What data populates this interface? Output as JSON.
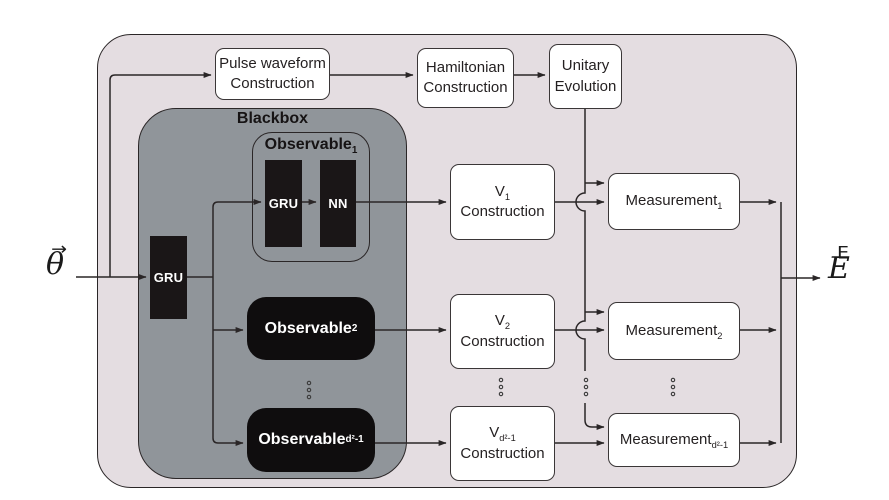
{
  "io": {
    "input_letter": "θ",
    "output_letter": "E",
    "vector_arrow": "→"
  },
  "pipeline": {
    "pulse": {
      "line1": "Pulse waveform",
      "line2": "Construction"
    },
    "hamiltonian": {
      "line1": "Hamiltonian",
      "line2": "Construction"
    },
    "unitary": {
      "line1": "Unitary",
      "line2": "Evolution"
    }
  },
  "blackbox": {
    "title": "Blackbox",
    "gru": "GRU",
    "observable1": {
      "base": "Observable",
      "sub": "1",
      "gru": "GRU",
      "nn": "NN"
    },
    "observable2": {
      "base": "Observable",
      "sub": "2"
    },
    "observable3": {
      "base": "Observable",
      "sub": "d²-1"
    }
  },
  "construction": [
    {
      "base": "V",
      "sub": "1",
      "line2": "Construction"
    },
    {
      "base": "V",
      "sub": "2",
      "line2": "Construction"
    },
    {
      "base": "V",
      "sub": "d²-1",
      "line2": "Construction"
    }
  ],
  "measurement": [
    {
      "base": "Measurement",
      "sub": "1"
    },
    {
      "base": "Measurement",
      "sub": "2"
    },
    {
      "base": "Measurement",
      "sub": "d²-1"
    }
  ],
  "colors": {
    "outer_fill": "#e4dde1",
    "blackbox_fill": "#90959a",
    "node_black": "#1a1617",
    "line": "#2a2627",
    "box_border": "#3a3637"
  }
}
